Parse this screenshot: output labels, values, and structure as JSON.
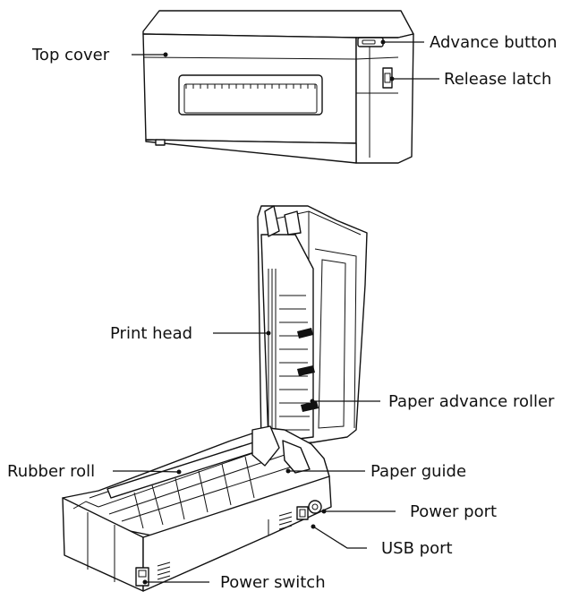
{
  "labels": {
    "top_cover": "Top cover",
    "advance_button": "Advance button",
    "release_latch": "Release latch",
    "print_head": "Print head",
    "paper_advance_roller": "Paper advance roller",
    "rubber_roll": "Rubber roll",
    "paper_guide": "Paper guide",
    "power_port": "Power port",
    "usb_port": "USB port",
    "power_switch": "Power switch"
  }
}
